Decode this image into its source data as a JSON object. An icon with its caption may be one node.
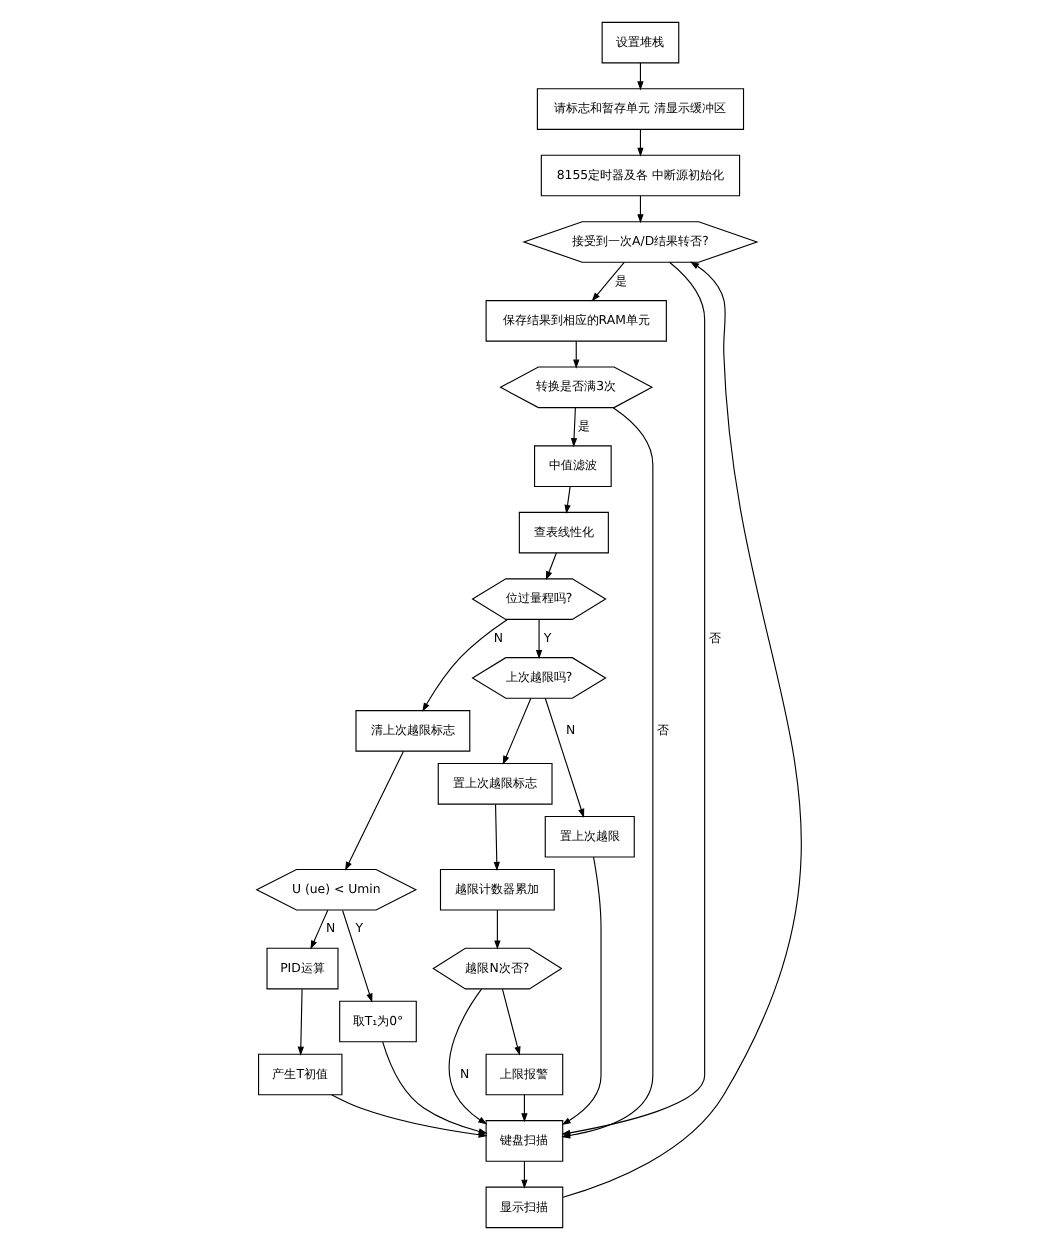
{
  "diagram": {
    "nodes": [
      {
        "text": [
          "设置堆栈"
        ]
      },
      {
        "text": [
          "请标志和暂存单元 清显示缓冲区"
        ]
      },
      {
        "text": [
          "8155定时器及各 中断源初始化"
        ]
      },
      {
        "text": [
          "接受到一次A/D结果转否?"
        ]
      },
      {
        "text": [
          "保存结果到相应的RAM单元"
        ]
      },
      {
        "text": [
          "转换是否满3次"
        ]
      },
      {
        "text": [
          "中值滤波"
        ]
      },
      {
        "text": [
          "查表线性化"
        ]
      },
      {
        "text": [
          "位过量程吗?"
        ]
      },
      {
        "text": [
          "清上次越限标志"
        ]
      },
      {
        "text": [
          "U (ue) < Umin"
        ]
      },
      {
        "text": [
          "PID运算"
        ]
      },
      {
        "text": [
          "产生T初值"
        ]
      },
      {
        "text": [
          "取T₁为0°"
        ]
      },
      {
        "text": [
          "键盘扫描"
        ]
      },
      {
        "text": [
          "显示扫描"
        ]
      },
      {
        "text": [
          "上次越限吗?"
        ]
      },
      {
        "text": [
          "置上次越限标志"
        ]
      },
      {
        "text": [
          "越限计数器累加"
        ]
      },
      {
        "text": [
          "越限N次否?"
        ]
      },
      {
        "text": [
          "上限报警"
        ]
      },
      {
        "text": [
          "置上次越限"
        ]
      }
    ],
    "edges": [
      {
        "from": 0,
        "to": 1,
        "arrow": "to"
      },
      {
        "from": 1,
        "to": 2,
        "arrow": "to"
      },
      {
        "from": 2,
        "to": 3,
        "arrow": "to"
      },
      {
        "from": 3,
        "to": 4,
        "arrow": "to",
        "label": "是"
      },
      {
        "from": 3,
        "to": 14,
        "arrow": "to",
        "label": "否"
      },
      {
        "from": 4,
        "to": 5,
        "arrow": "to"
      },
      {
        "from": 5,
        "to": 6,
        "arrow": "to",
        "label": "是"
      },
      {
        "from": 5,
        "to": 14,
        "arrow": "to",
        "label": "否"
      },
      {
        "from": 6,
        "to": 7,
        "arrow": "to"
      },
      {
        "from": 7,
        "to": 8,
        "arrow": "to"
      },
      {
        "from": 8,
        "to": 16,
        "arrow": "to",
        "label": "Y"
      },
      {
        "from": 8,
        "to": 9,
        "arrow": "to",
        "label": "N"
      },
      {
        "from": 9,
        "to": 10,
        "arrow": "to"
      },
      {
        "from": 10,
        "to": 13,
        "arrow": "to",
        "label": "Y"
      },
      {
        "from": 10,
        "to": 11,
        "arrow": "to",
        "label": "N"
      },
      {
        "from": 11,
        "to": 12,
        "arrow": "to"
      },
      {
        "from": 12,
        "to": 14,
        "arrow": "to"
      },
      {
        "from": 13,
        "to": 14,
        "arrow": "to"
      },
      {
        "from": 14,
        "to": 15,
        "arrow": "to"
      },
      {
        "from": 15,
        "to": 3,
        "arrow": "to"
      },
      {
        "from": 16,
        "to": 17,
        "arrow": "to"
      },
      {
        "from": 16,
        "to": 21,
        "arrow": "to",
        "label": "N"
      },
      {
        "from": 17,
        "to": 18,
        "arrow": "to"
      },
      {
        "from": 18,
        "to": 19,
        "arrow": "to"
      },
      {
        "from": 19,
        "to": 20,
        "arrow": "to"
      },
      {
        "from": 19,
        "to": 14,
        "arrow": "to",
        "label": "N"
      },
      {
        "from": 20,
        "to": 14,
        "arrow": "to"
      },
      {
        "from": 21,
        "to": 14,
        "arrow": "to"
      }
    ]
  }
}
